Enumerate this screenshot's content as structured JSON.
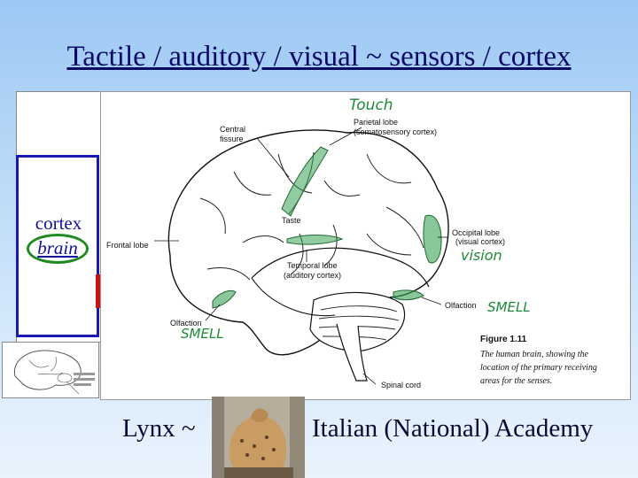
{
  "title": "Tactile / auditory / visual ~ sensors / cortex",
  "side": {
    "cortex": "cortex",
    "brain": "brain"
  },
  "figure": {
    "handwritten": {
      "touch": "Touch",
      "vision": "vision",
      "smell_right": "SMELL",
      "smell_left": "SMELL"
    },
    "labels": {
      "parietal": "Parietal lobe",
      "parietal_sub": "(somatosensory cortex)",
      "central": "Central",
      "fissure": "fissure",
      "taste": "Taste",
      "occipital": "Occipital lobe",
      "occipital_sub": "(visual cortex)",
      "frontal": "Frontal lobe",
      "temporal": "Temporal lobe",
      "temporal_sub": "(auditory cortex)",
      "olfaction_right": "Olfaction",
      "olfaction_left": "Olfaction",
      "spinal": "Spinal cord"
    },
    "caption": {
      "title": "Figure 1.11",
      "line1": "The human brain, showing the",
      "line2": "location of the primary receiving",
      "line3": "areas for the senses."
    }
  },
  "bottom": {
    "left": "Lynx ~",
    "right": "Italian (National) Academy"
  },
  "colors": {
    "title": "#0a0a66",
    "frame": "#1a1ab0",
    "highlight_green": "#1f8a1f",
    "handwriting": "#1d8a3a"
  }
}
